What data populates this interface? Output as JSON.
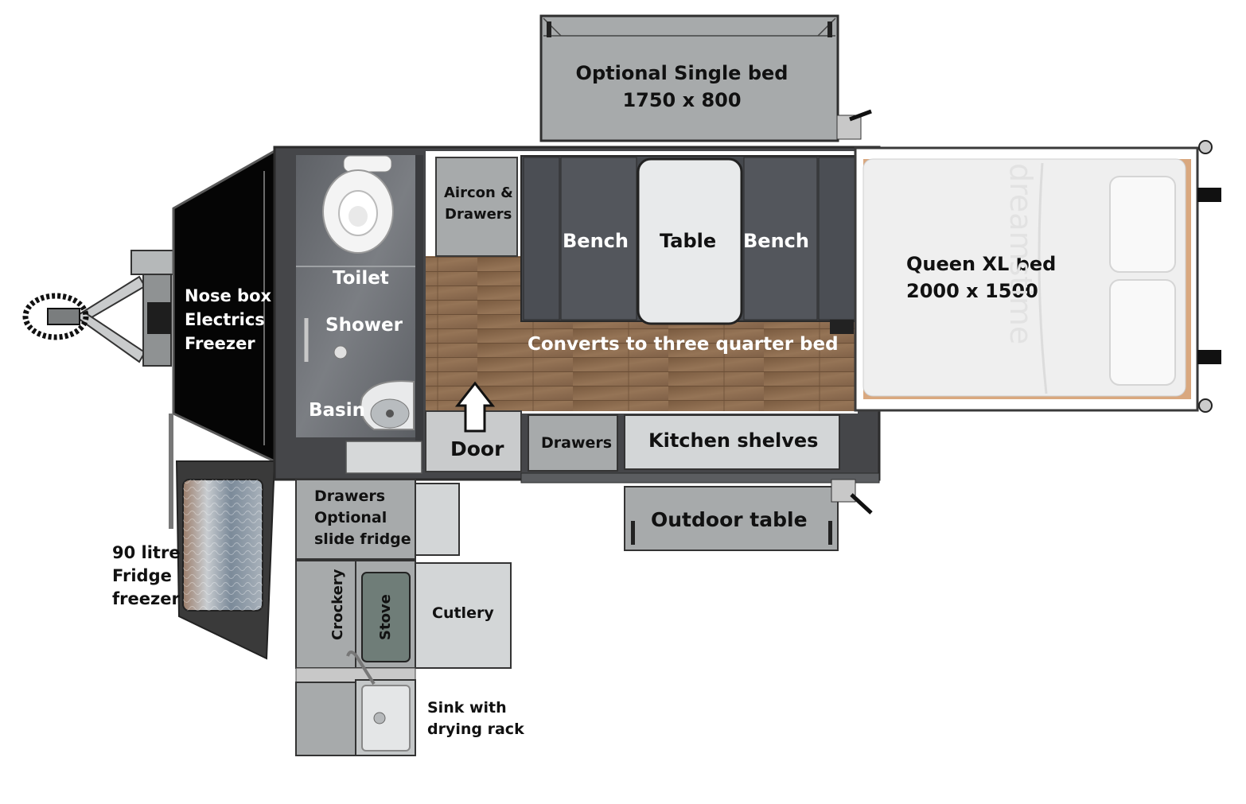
{
  "labels": {
    "single_bed_title": "Optional Single bed",
    "single_bed_size": "1750 x 800",
    "aircon_line1": "Aircon &",
    "aircon_line2": "Drawers",
    "bench_left": "Bench",
    "table": "Table",
    "bench_right": "Bench",
    "queen_title": "Queen XL bed",
    "queen_size": "2000 x 1500",
    "nose_line1": "Nose box",
    "nose_line2": "Electrics",
    "nose_line3": "Freezer",
    "toilet": "Toilet",
    "shower": "Shower",
    "basin": "Basin",
    "converts": "Converts to three quarter bed",
    "door": "Door",
    "drawers": "Drawers",
    "kitchen_shelves": "Kitchen shelves",
    "outdoor_table": "Outdoor table",
    "drawers_slide_line1": "Drawers",
    "drawers_slide_line2": "Optional",
    "drawers_slide_line3": "slide fridge",
    "fridge_line1": "90 litre",
    "fridge_line2": "Fridge",
    "fridge_line3": "freezer",
    "crockery": "Crockery",
    "stove": "Stove",
    "cutlery": "Cutlery",
    "sink_line1": "Sink with",
    "sink_line2": "drying rack",
    "watermark": "dreamstime"
  },
  "colors": {
    "frame": "#4a4a4a",
    "panel_grey": "#a7aaab",
    "light_panel": "#d3d6d7",
    "bench_dark": "#4d5057",
    "wood": "#8a6a4d",
    "bathroom": "#6f7276",
    "nose_box": "#050505",
    "stove_green": "#6f7d78",
    "table_white": "#e8eaeb",
    "mattress": "#f0f0f0"
  }
}
